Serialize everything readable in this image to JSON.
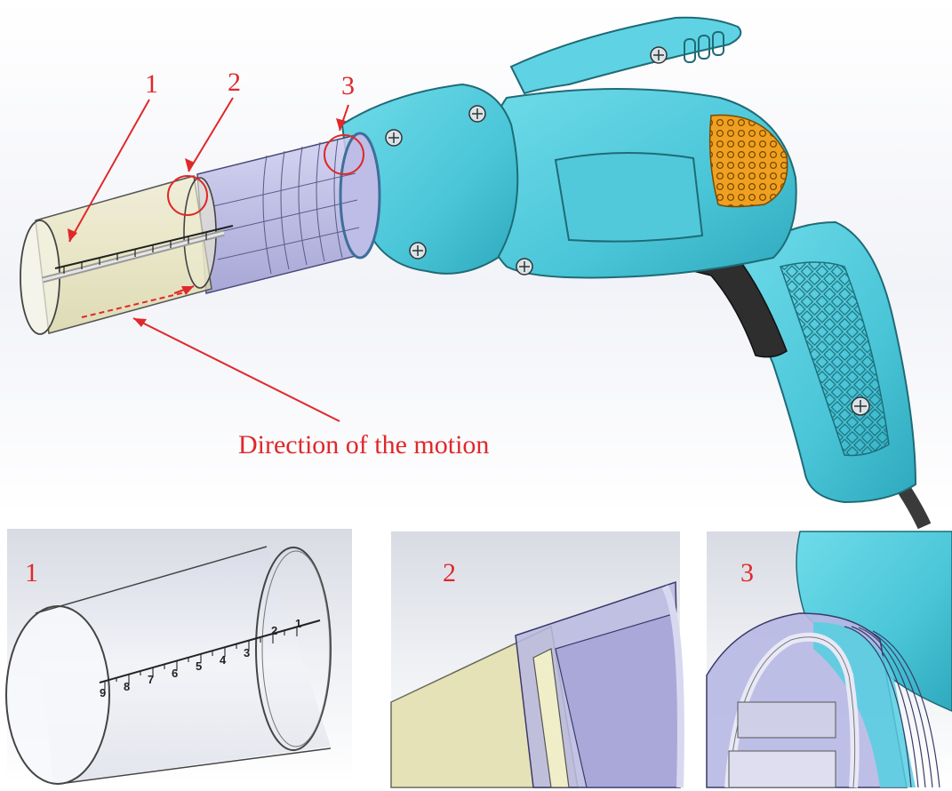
{
  "main_view": {
    "callouts": [
      "1",
      "2",
      "3"
    ],
    "caption": "Direction of the motion"
  },
  "details": [
    {
      "label": "1",
      "ruler_numbers": [
        "9",
        "8",
        "7",
        "6",
        "5",
        "4",
        "3",
        "2",
        "1"
      ]
    },
    {
      "label": "2"
    },
    {
      "label": "3"
    }
  ],
  "colors": {
    "annotation": "#e0282a",
    "drill_body": "#55cfe0",
    "drill_handle": "#3fb6c9",
    "grip_pad": "#f0a020",
    "transparent_tube": "#e8e4b8",
    "chuck": "#b7b6e3",
    "trigger": "#2e2e2e"
  }
}
